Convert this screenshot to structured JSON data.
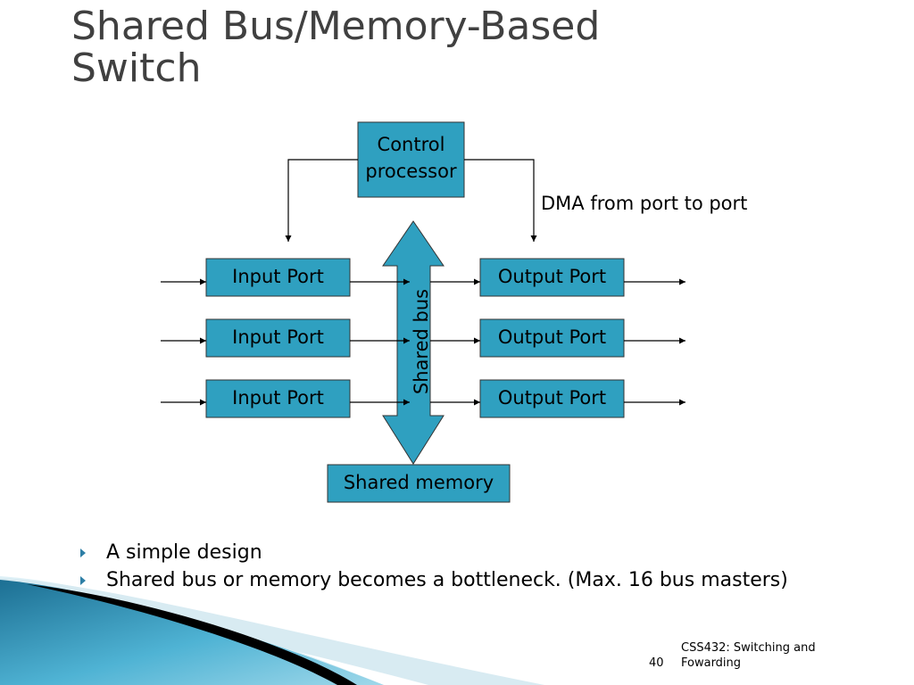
{
  "slide": {
    "title_line1": "Shared Bus/Memory-Based",
    "title_line2": "Switch",
    "bullets": [
      "A simple design",
      "Shared bus or memory becomes a bottleneck. (Max. 16 bus masters)"
    ],
    "footer_title": "CSS432: Switching and Fowarding",
    "page_number": "40"
  },
  "diagram": {
    "control_line1": "Control",
    "control_line2": "processor",
    "dma_label": "DMA from port to port",
    "input_ports": [
      "Input Port",
      "Input Port",
      "Input Port"
    ],
    "output_ports": [
      "Output Port",
      "Output Port",
      "Output Port"
    ],
    "bus_label": "Shared bus",
    "memory_label": "Shared memory"
  },
  "colors": {
    "box_fill": "#2fa0c0",
    "title": "#404040",
    "bullet_marker": "#2e7fa6",
    "wave_dark": "#1c6f93"
  }
}
